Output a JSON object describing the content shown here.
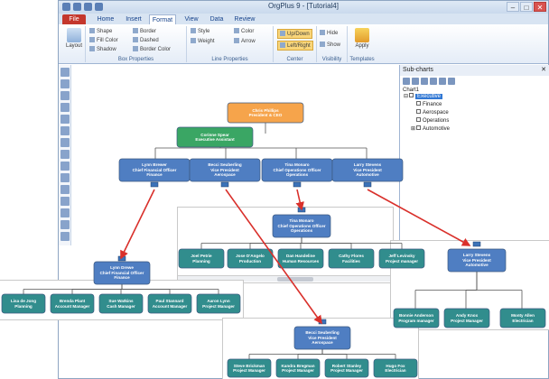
{
  "window": {
    "title": "OrgPlus 9 - [Tutorial4]",
    "buttons": [
      "–",
      "□",
      "✕"
    ]
  },
  "tabs": [
    "File",
    "Home",
    "Insert",
    "Format",
    "View",
    "Data",
    "Review"
  ],
  "active_tab": "Format",
  "ribbon": {
    "layout_label": "Layout",
    "box_properties": {
      "label": "Box Properties",
      "shape": "Shape",
      "fill_color": "Fill Color",
      "shadow": "Shadow",
      "border": "Border",
      "dashed": "Dashed",
      "border_color": "Border Color"
    },
    "line_properties": {
      "label": "Line Properties",
      "style": "Style",
      "weight": "Weight",
      "color": "Color",
      "arrow": "Arrow"
    },
    "center": {
      "label": "Center",
      "up_down": "Up/Down",
      "left_right": "Left/Right"
    },
    "visibility": {
      "label": "Visibility",
      "hide": "Hide",
      "show": "Show"
    },
    "templates": {
      "label": "Templates",
      "apply": "Apply"
    }
  },
  "subcharts_panel": {
    "title": "Sub-charts",
    "close": "✕",
    "chart_name": "Chart1",
    "tree": [
      {
        "label": "Executive",
        "selected": true,
        "expander": "⊟"
      },
      {
        "label": "Finance",
        "selected": false
      },
      {
        "label": "Aerospace",
        "selected": false
      },
      {
        "label": "Operations",
        "selected": false
      },
      {
        "label": "Automotive",
        "selected": false,
        "expander": "⊞"
      }
    ]
  },
  "main_chart": {
    "ceo": {
      "name": "Chris Phillips",
      "title": "President & CEO"
    },
    "assistant": {
      "name": "Corinne Spear",
      "title": "Executive Assistant"
    },
    "vps": [
      {
        "name": "Lynn Brewer",
        "title": "Chief Financial Officer",
        "dept": "Finance"
      },
      {
        "name": "Becci Seuberling",
        "title": "Vice President",
        "dept": "Aerospace"
      },
      {
        "name": "Tina Monaro",
        "title": "Chief Operations Officer",
        "dept": "Operations"
      },
      {
        "name": "Larry Stevens",
        "title": "Vice President",
        "dept": "Automotive"
      }
    ]
  },
  "operations_subchart": {
    "head": {
      "name": "Tina Monaro",
      "title": "Chief Operations Officer",
      "dept": "Operations"
    },
    "staff": [
      {
        "name": "Joel Petrie",
        "title": "Planning"
      },
      {
        "name": "Jose D'Angelo",
        "title": "Production"
      },
      {
        "name": "Dan Handeline",
        "title": "Human Resources"
      },
      {
        "name": "Cathy Flores",
        "title": "Facilities"
      },
      {
        "name": "Jeff Levinsky",
        "title": "Project manager"
      }
    ]
  },
  "finance_subchart": {
    "head": {
      "name": "Lynn Drewe",
      "title": "Chief Financial Officer",
      "dept": "Finance"
    },
    "staff": [
      {
        "name": "Lisa de Jong",
        "title": "Planning"
      },
      {
        "name": "Brenda Plant",
        "title": "Account Manager"
      },
      {
        "name": "Sue Watkins",
        "title": "Cash Manager"
      },
      {
        "name": "Paul Stannard",
        "title": "Account Manager"
      },
      {
        "name": "Aaron Lynn",
        "title": "Project Manager"
      }
    ]
  },
  "automotive_subchart": {
    "head": {
      "name": "Larry Stevens",
      "title": "Vice President",
      "dept": "Automotive"
    },
    "staff": [
      {
        "name": "Bonnie Anderson",
        "title": "Program manager"
      },
      {
        "name": "Andy Knox",
        "title": "Project Manager"
      },
      {
        "name": "Monty Allen",
        "title": "Electrician"
      }
    ]
  },
  "aerospace_subchart": {
    "head": {
      "name": "Becci Seuberling",
      "title": "Vice President",
      "dept": "Aerospace"
    },
    "staff": [
      {
        "name": "Steve Brickman",
        "title": "Project Manager"
      },
      {
        "name": "Kandra Bregman",
        "title": "Project Manager"
      },
      {
        "name": "Robert Stanley",
        "title": "Project Manager"
      },
      {
        "name": "Hugo Fox",
        "title": "Electrician"
      }
    ]
  },
  "colors": {
    "ceo_fill": "#f6a44b",
    "assistant_fill": "#3aa664",
    "vp_fill": "#4f7ec2",
    "staff_fill": "#318d8d",
    "arrow": "#d9302b"
  }
}
